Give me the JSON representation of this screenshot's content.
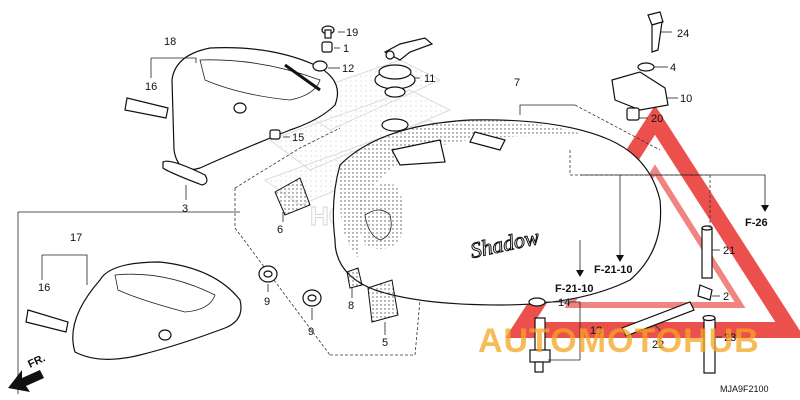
{
  "diagram": {
    "part_numbers": [
      {
        "id": "p1",
        "text": "1"
      },
      {
        "id": "p2",
        "text": "2"
      },
      {
        "id": "p3",
        "text": "3"
      },
      {
        "id": "p4",
        "text": "4"
      },
      {
        "id": "p5",
        "text": "5"
      },
      {
        "id": "p6",
        "text": "6"
      },
      {
        "id": "p7",
        "text": "7"
      },
      {
        "id": "p8",
        "text": "8"
      },
      {
        "id": "p9a",
        "text": "9"
      },
      {
        "id": "p9b",
        "text": "9"
      },
      {
        "id": "p10",
        "text": "10"
      },
      {
        "id": "p11",
        "text": "11"
      },
      {
        "id": "p12",
        "text": "12"
      },
      {
        "id": "p13",
        "text": "13"
      },
      {
        "id": "p14",
        "text": "14"
      },
      {
        "id": "p15",
        "text": "15"
      },
      {
        "id": "p16a",
        "text": "16"
      },
      {
        "id": "p16b",
        "text": "16"
      },
      {
        "id": "p17",
        "text": "17"
      },
      {
        "id": "p18",
        "text": "18"
      },
      {
        "id": "p19",
        "text": "19"
      },
      {
        "id": "p20",
        "text": "20"
      },
      {
        "id": "p21",
        "text": "21"
      },
      {
        "id": "p22",
        "text": "22"
      },
      {
        "id": "p23",
        "text": "23"
      },
      {
        "id": "p24",
        "text": "24"
      }
    ],
    "references": {
      "f26": "F-26",
      "f2110a": "F-21-10",
      "f2110b": "F-21-10"
    },
    "front_arrow": "FR.",
    "diagram_code": "MJA9F2100",
    "tank_brand": "Shadow",
    "watermark_text": "HONDA",
    "watermark_logo": "AUTOMOTOHUB",
    "colors": {
      "ink": "#111111",
      "watermark_red": "#e8322e",
      "watermark_orange": "#f5a623",
      "watermark_grey": "#bfbfbf"
    }
  }
}
